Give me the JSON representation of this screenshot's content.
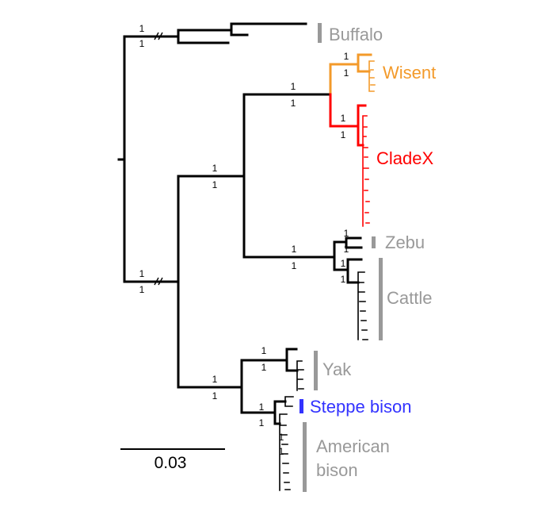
{
  "colors": {
    "default": "#000000",
    "grey": "#999999",
    "wisent": "#f39a2a",
    "cladex": "#ff0000",
    "steppe_bison": "#3333ff"
  },
  "clades": {
    "buffalo": "Buffalo",
    "wisent": "Wisent",
    "cladex": "CladeX",
    "zebu": "Zebu",
    "cattle": "Cattle",
    "yak": "Yak",
    "steppe_bison": "Steppe bison",
    "american_bison_line1": "American",
    "american_bison_line2": "bison"
  },
  "support": {
    "buffalo_root": [
      "1",
      "1"
    ],
    "outgroup_root": [
      "1",
      "1"
    ],
    "taurine_bison": [
      "1",
      "1"
    ],
    "wisent_cladex": [
      "1",
      "1"
    ],
    "wisent": [
      "1",
      "1"
    ],
    "cladex": [
      "1",
      "1"
    ],
    "cattle_zebu": [
      "1",
      "1"
    ],
    "zebu": [
      "1",
      "1"
    ],
    "cattle": [
      "1",
      "1"
    ],
    "yak_bison": [
      "1",
      "1"
    ],
    "yak": [
      "1",
      "1"
    ],
    "bison": [
      "1",
      "1"
    ],
    "american_bison": [
      "1",
      "1"
    ]
  },
  "scale_bar": {
    "label": "0.03"
  }
}
